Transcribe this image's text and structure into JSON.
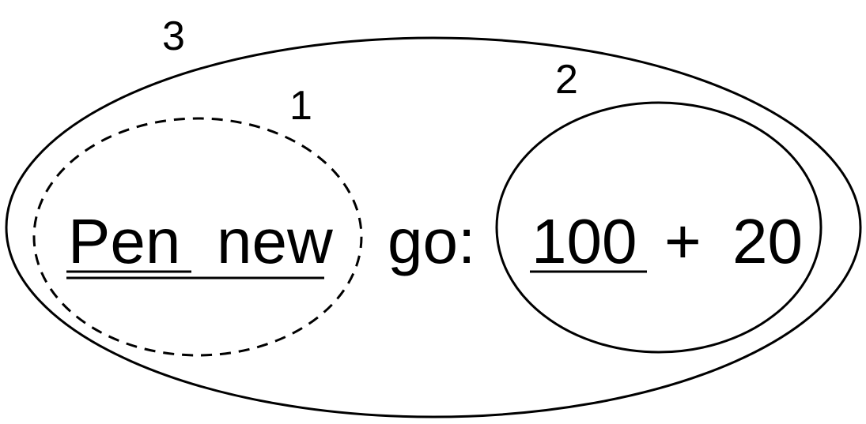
{
  "labels": {
    "outer": "3",
    "receiver": "1",
    "argument": "2"
  },
  "expression": {
    "receiver_class": "Pen",
    "receiver_message": "new",
    "keyword": "go:",
    "arg_receiver": "100",
    "arg_operator": "+",
    "arg_operand": "20"
  }
}
